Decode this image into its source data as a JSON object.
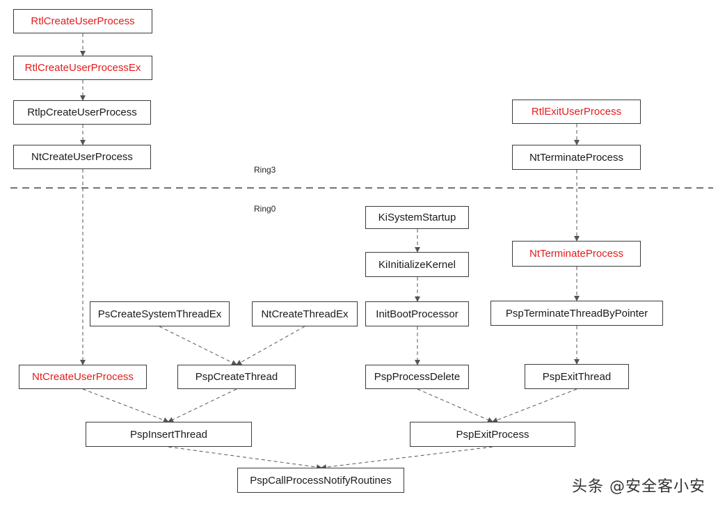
{
  "nodes": {
    "rtl_create_user_process": "RtlCreateUserProcess",
    "rtl_create_user_process_ex": "RtlCreateUserProcessEx",
    "rtlp_create_user_process": "RtlpCreateUserProcess",
    "nt_create_user_process_r3": "NtCreateUserProcess",
    "rtl_exit_user_process": "RtlExitUserProcess",
    "nt_terminate_process_r3": "NtTerminateProcess",
    "ki_system_startup": "KiSystemStartup",
    "ki_initialize_kernel": "KiInitializeKernel",
    "nt_terminate_process_r0": "NtTerminateProcess",
    "ps_create_system_thread_ex": "PsCreateSystemThreadEx",
    "nt_create_thread_ex": "NtCreateThreadEx",
    "init_boot_processor": "InitBootProcessor",
    "psp_terminate_thread_by_pointer": "PspTerminateThreadByPointer",
    "nt_create_user_process_r0": "NtCreateUserProcess",
    "psp_create_thread": "PspCreateThread",
    "psp_process_delete": "PspProcessDelete",
    "psp_exit_thread": "PspExitThread",
    "psp_insert_thread": "PspInsertThread",
    "psp_exit_process": "PspExitProcess",
    "psp_call_process_notify_routines": "PspCallProcessNotifyRoutines"
  },
  "labels": {
    "ring3": "Ring3",
    "ring0": "Ring0"
  },
  "watermark": "头条 @安全客小安",
  "colors": {
    "highlight": "#e41b1b",
    "text": "#1a1a1a",
    "border": "#3a3a3a",
    "edge": "#555555"
  }
}
